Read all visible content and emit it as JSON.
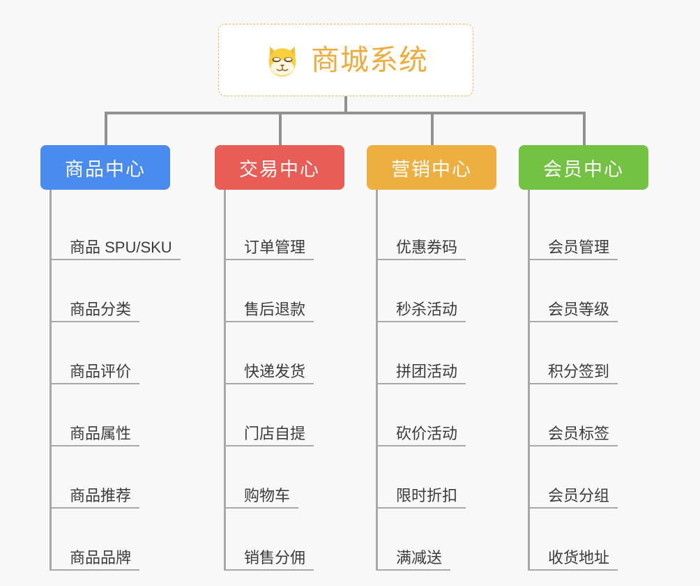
{
  "diagram": {
    "title": "商城系统",
    "icon": "dog-face-icon",
    "root_accent_color": "#efab3c",
    "background_color": "#f8f8f8",
    "connector_color": "#919191"
  },
  "categories": [
    {
      "label": "商品中心",
      "color": "#4a8bf0",
      "items": [
        "商品 SPU/SKU",
        "商品分类",
        "商品评价",
        "商品属性",
        "商品推荐",
        "商品品牌"
      ]
    },
    {
      "label": "交易中心",
      "color": "#e85d56",
      "items": [
        "订单管理",
        "售后退款",
        "快递发货",
        "门店自提",
        "购物车",
        "销售分佣"
      ]
    },
    {
      "label": "营销中心",
      "color": "#eeaf41",
      "items": [
        "优惠券码",
        "秒杀活动",
        "拼团活动",
        "砍价活动",
        "限时折扣",
        "满减送"
      ]
    },
    {
      "label": "会员中心",
      "color": "#74c244",
      "items": [
        "会员管理",
        "会员等级",
        "积分签到",
        "会员标签",
        "会员分组",
        "收货地址"
      ]
    }
  ]
}
